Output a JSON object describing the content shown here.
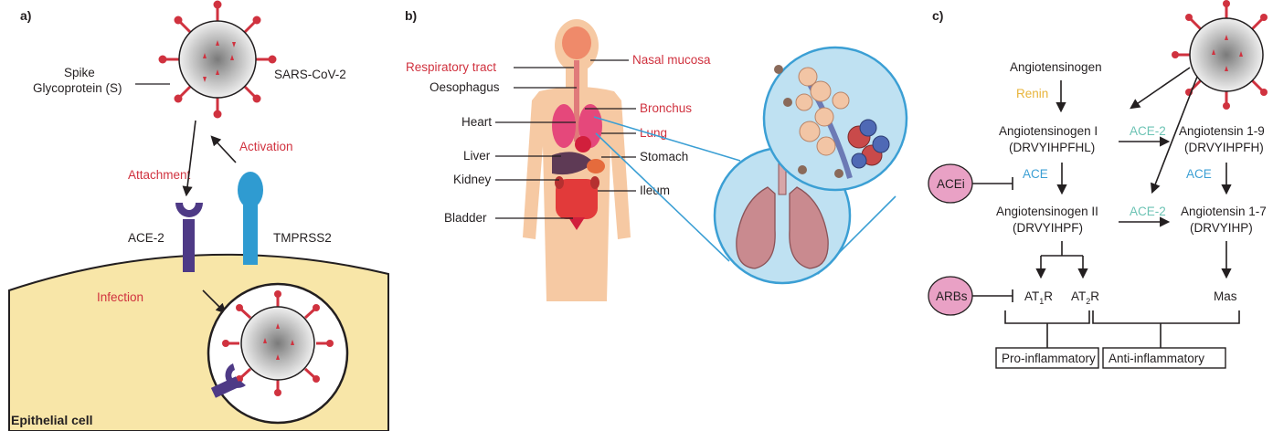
{
  "colors": {
    "red_text": "#d0323f",
    "renin": "#e8b43a",
    "ace": "#3b9fd4",
    "ace2": "#6cc3b4",
    "cell": "#f8e6a8",
    "receptor_ace2": "#4e3a86",
    "receptor_tmprss2": "#2f9bd1",
    "drug_fill": "#e9a1c5",
    "lung_bg": "#bfe1f2"
  },
  "panel_a": {
    "label": "a)",
    "spike_line1": "Spike",
    "spike_line2": "Glycoprotein (S)",
    "virus": "SARS-CoV-2",
    "activation": "Activation",
    "attachment": "Attachment",
    "ace2": "ACE-2",
    "tmprss2": "TMPRSS2",
    "infection": "Infection",
    "cell": "Epithelial cell"
  },
  "panel_b": {
    "label": "b)",
    "respiratory_tract": "Respiratory tract",
    "nasal_mucosa": "Nasal mucosa",
    "oesophagus": "Oesophagus",
    "bronchus": "Bronchus",
    "heart": "Heart",
    "lung": "Lung",
    "liver": "Liver",
    "stomach": "Stomach",
    "kidney": "Kidney",
    "ileum": "Ileum",
    "bladder": "Bladder"
  },
  "panel_c": {
    "label": "c)",
    "angiotensinogen": "Angiotensinogen",
    "renin": "Renin",
    "ang1_line1": "Angiotensinogen I",
    "ang1_line2": "(DRVYIHPFHL)",
    "ace2_top": "ACE-2",
    "ang19_line1": "Angiotensin 1-9",
    "ang19_line2": "(DRVYIHPFH)",
    "acei": "ACEi",
    "ace_left": "ACE",
    "ace_right": "ACE",
    "ang2_line1": "Angiotensinogen II",
    "ang2_line2": "(DRVYIHPF)",
    "ace2_bottom": "ACE-2",
    "ang17_line1": "Angiotensin 1-7",
    "ang17_line2": "(DRVYIHP)",
    "arbs": "ARBs",
    "at1r_main": "AT",
    "at1r_sub": "1",
    "at1r_r": "R",
    "at2r_main": "AT",
    "at2r_sub": "2",
    "at2r_r": "R",
    "mas": "Mas",
    "pro_inflammatory": "Pro-inflammatory",
    "anti_inflammatory": "Anti-inflammatory"
  }
}
